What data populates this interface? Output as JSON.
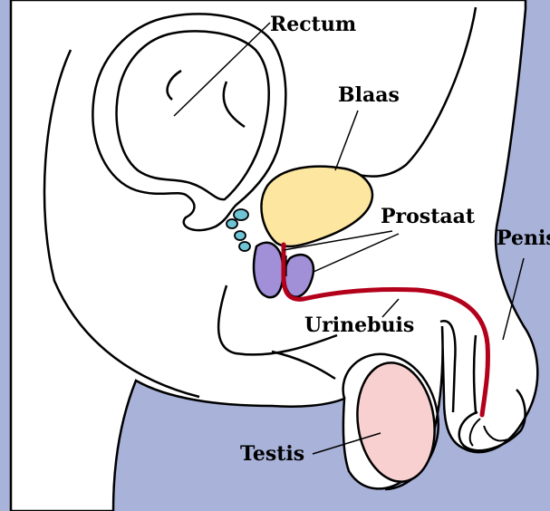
{
  "labels": {
    "rectum": "Rectum",
    "bladder": "Blaas",
    "prostate": "Prostaat",
    "penis": "Penis",
    "urethra": "Urinebuis",
    "testis": "Testis"
  },
  "colors": {
    "background_blue": "#a9b3d9",
    "body_white": "#ffffff",
    "outline": "#000000",
    "bladder_fill": "#fde6a0",
    "prostate_fill": "#a18fd8",
    "gland_fill": "#6ec3d4",
    "urethra_red": "#b3001b",
    "testis_fill": "#f8d0d0"
  }
}
